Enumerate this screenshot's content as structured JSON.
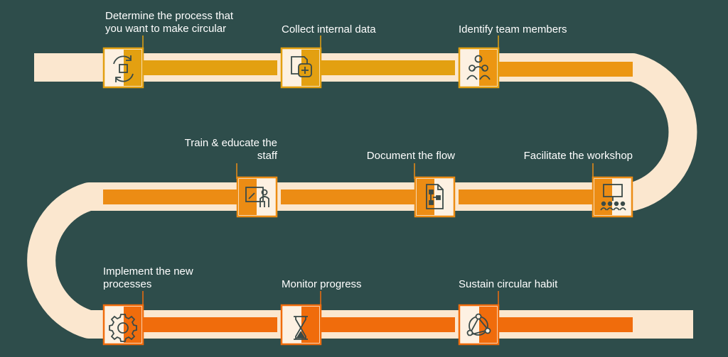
{
  "colors": {
    "background": "#2e4d4b",
    "road": "#fbe7cf",
    "tile_fill": "#fdf1e2",
    "row1_bar": "#e3a011",
    "row2_bar": "#ec8c14",
    "row3_bar": "#f06c0c",
    "icon_stroke": "#3a4a48"
  },
  "steps": [
    {
      "id": "determine",
      "lines": [
        "Determine the process that",
        "you want to make circular"
      ],
      "icon": "cycle-arrows-icon"
    },
    {
      "id": "collect",
      "lines": [
        "Collect internal data"
      ],
      "icon": "document-add-icon"
    },
    {
      "id": "identify",
      "lines": [
        "Identify team members"
      ],
      "icon": "team-people-icon"
    },
    {
      "id": "facilitate",
      "lines": [
        "Facilitate the workshop"
      ],
      "icon": "presentation-audience-icon"
    },
    {
      "id": "document",
      "lines": [
        "Document the flow"
      ],
      "icon": "flow-document-icon"
    },
    {
      "id": "train",
      "lines": [
        "Train & educate the",
        "staff"
      ],
      "icon": "teacher-board-icon"
    },
    {
      "id": "implement",
      "lines": [
        "Implement the new",
        "processes"
      ],
      "icon": "gear-icon"
    },
    {
      "id": "monitor",
      "lines": [
        "Monitor progress"
      ],
      "icon": "hourglass-icon"
    },
    {
      "id": "sustain",
      "lines": [
        "Sustain circular habit"
      ],
      "icon": "cycle-nodes-icon"
    }
  ]
}
